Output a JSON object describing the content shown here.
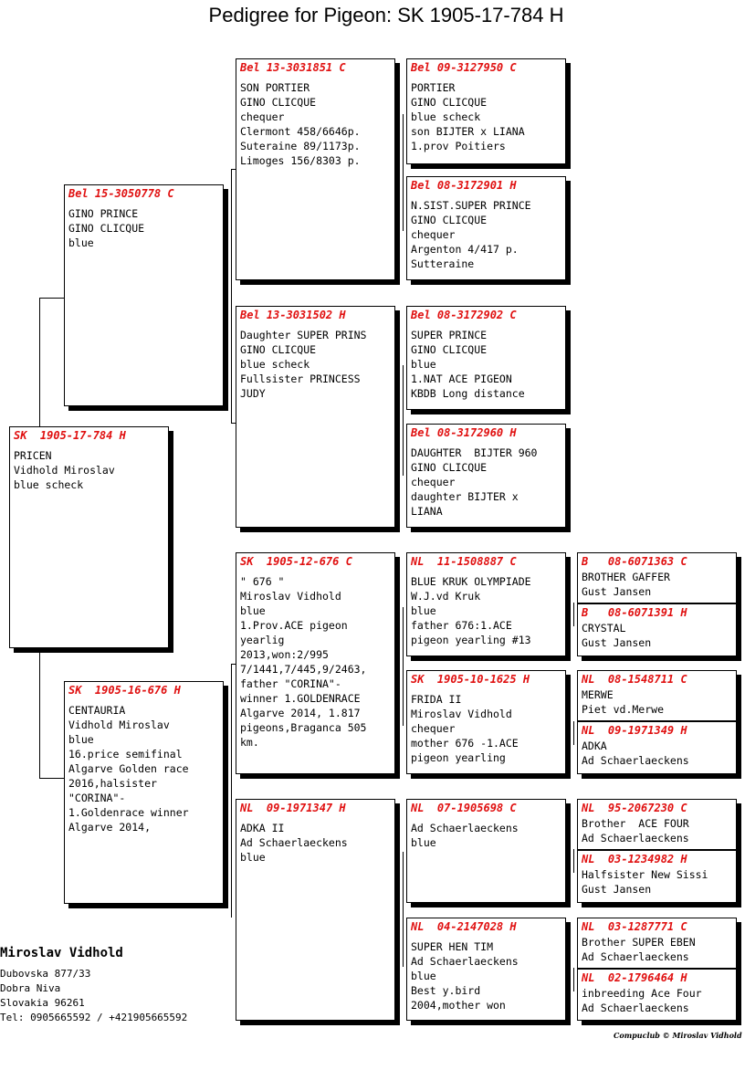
{
  "title": "Pedigree for Pigeon: SK  1905-17-784 H",
  "birds": [
    {
      "ring": "SK  1905-17-784 H",
      "lines": [
        "PRICEN",
        "Vidhold Miroslav",
        "blue scheck"
      ]
    },
    {
      "ring": "Bel 15-3050778 C",
      "lines": [
        "GINO PRINCE",
        "GINO CLICQUE",
        "blue"
      ]
    },
    {
      "ring": "SK  1905-16-676 H",
      "lines": [
        "CENTAURIA",
        "Vidhold Miroslav",
        "blue",
        "16.price semifinal",
        "Algarve Golden race",
        "2016,halsister",
        "\"CORINA\"-",
        "1.Goldenrace winner",
        "Algarve 2014,"
      ]
    },
    {
      "ring": "Bel 13-3031851 C",
      "lines": [
        "SON PORTIER",
        "GINO CLICQUE",
        "chequer",
        "Clermont 458/6646p.",
        "Suteraine 89/1173p.",
        "Limoges 156/8303 p."
      ]
    },
    {
      "ring": "Bel 13-3031502 H",
      "lines": [
        "Daughter SUPER PRINS",
        "GINO CLICQUE",
        "blue scheck",
        "Fullsister PRINCESS",
        "JUDY"
      ]
    },
    {
      "ring": "SK  1905-12-676 C",
      "lines": [
        "\" 676 \"",
        "Miroslav Vidhold",
        "blue",
        "1.Prov.ACE pigeon",
        "yearlig",
        "2013,won:2/995",
        "7/1441,7/445,9/2463,",
        "",
        "father \"CORINA\"-",
        "winner 1.GOLDENRACE",
        "Algarve 2014, 1.817",
        "pigeons,Braganca 505",
        "km."
      ]
    },
    {
      "ring": "NL  09-1971347 H",
      "lines": [
        "ADKA II",
        "Ad Schaerlaeckens",
        "blue"
      ]
    },
    {
      "ring": "Bel 09-3127950 C",
      "lines": [
        "PORTIER",
        "GINO CLICQUE",
        "blue scheck",
        "son BIJTER x LIANA",
        "1.prov Poitiers"
      ]
    },
    {
      "ring": "Bel 08-3172901 H",
      "lines": [
        "N.SIST.SUPER PRINCE",
        "GINO CLICQUE",
        "chequer",
        "Argenton 4/417 p.",
        "Sutteraine"
      ]
    },
    {
      "ring": "Bel 08-3172902 C",
      "lines": [
        "SUPER PRINCE",
        "GINO CLICQUE",
        "blue",
        "1.NAT ACE PIGEON",
        "KBDB Long distance"
      ]
    },
    {
      "ring": "Bel 08-3172960 H",
      "lines": [
        "DAUGHTER  BIJTER 960",
        "GINO CLICQUE",
        "chequer",
        "daughter BIJTER x",
        "LIANA"
      ]
    },
    {
      "ring": "NL  11-1508887 C",
      "lines": [
        "BLUE KRUK OLYMPIADE",
        "W.J.vd Kruk",
        "blue",
        "father 676:1.ACE",
        "pigeon yearling #13"
      ]
    },
    {
      "ring": "SK  1905-10-1625 H",
      "lines": [
        "FRIDA II",
        "Miroslav Vidhold",
        "chequer",
        "mother 676 -1.ACE",
        "pigeon yearling"
      ]
    },
    {
      "ring": "NL  07-1905698 C",
      "lines": [
        "",
        "Ad Schaerlaeckens",
        "blue"
      ]
    },
    {
      "ring": "NL  04-2147028 H",
      "lines": [
        "SUPER HEN TIM",
        "Ad Schaerlaeckens",
        "blue",
        "Best y.bird",
        "2004,mother won"
      ]
    },
    {
      "ring": "B   08-6071363 C",
      "lines": [
        "BROTHER GAFFER",
        "Gust Jansen"
      ]
    },
    {
      "ring": "B   08-6071391 H",
      "lines": [
        "CRYSTAL",
        "Gust Jansen"
      ]
    },
    {
      "ring": "NL  08-1548711 C",
      "lines": [
        "MERWE",
        "Piet vd.Merwe"
      ]
    },
    {
      "ring": "NL  09-1971349 H",
      "lines": [
        "ADKA",
        "Ad Schaerlaeckens"
      ]
    },
    {
      "ring": "NL  95-2067230 C",
      "lines": [
        "Brother  ACE FOUR",
        "Ad Schaerlaeckens"
      ]
    },
    {
      "ring": "NL  03-1234982 H",
      "lines": [
        "Halfsister New Sissi",
        "Gust Jansen"
      ]
    },
    {
      "ring": "NL  03-1287771 C",
      "lines": [
        "Brother SUPER EBEN",
        "Ad Schaerlaeckens"
      ]
    },
    {
      "ring": "NL  02-1796464 H",
      "lines": [
        "inbreeding Ace Four",
        "Ad Schaerlaeckens"
      ]
    }
  ],
  "owner": {
    "name": "Miroslav Vidhold",
    "address": [
      "Dubovska 877/33",
      "Dobra Niva",
      "Slovakia 96261",
      "Tel: 0905665592 / +421905665592"
    ]
  },
  "footer": "Compuclub © Miroslav Vidhold"
}
